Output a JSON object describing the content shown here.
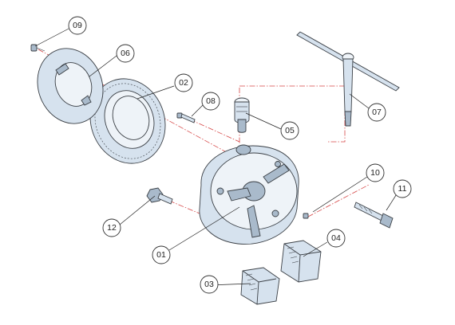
{
  "callouts": [
    {
      "id": "01",
      "label": "01"
    },
    {
      "id": "02",
      "label": "02"
    },
    {
      "id": "03",
      "label": "03"
    },
    {
      "id": "04",
      "label": "04"
    },
    {
      "id": "05",
      "label": "05"
    },
    {
      "id": "06",
      "label": "06"
    },
    {
      "id": "07",
      "label": "07"
    },
    {
      "id": "08",
      "label": "08"
    },
    {
      "id": "09",
      "label": "09"
    },
    {
      "id": "10",
      "label": "10"
    },
    {
      "id": "11",
      "label": "11"
    },
    {
      "id": "12",
      "label": "12"
    }
  ],
  "colors": {
    "part_fill": "#d6e2ee",
    "part_outline": "#3a3f45",
    "axis_line": "#d64545",
    "callout_outline": "#333333"
  }
}
